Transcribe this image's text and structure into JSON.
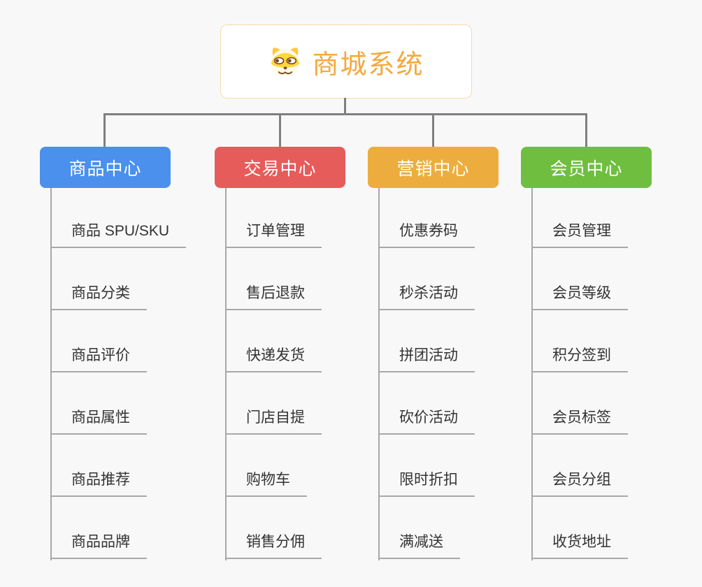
{
  "root": {
    "title": "商城系统",
    "icon": "shiba-dog-icon",
    "accent_color": "#f5a93c",
    "border_color": "#f0b45a",
    "background": "#ffffff"
  },
  "connector_color": "#7f7f7f",
  "sub_line_color": "#a8a8a8",
  "canvas_background": "#f8f8f8",
  "branches": [
    {
      "label": "商品中心",
      "color": "#4a90ec",
      "children": [
        "商品 SPU/SKU",
        "商品分类",
        "商品评价",
        "商品属性",
        "商品推荐",
        "商品品牌"
      ]
    },
    {
      "label": "交易中心",
      "color": "#e65c5a",
      "children": [
        "订单管理",
        "售后退款",
        "快递发货",
        "门店自提",
        "购物车",
        "销售分佣"
      ]
    },
    {
      "label": "营销中心",
      "color": "#edad3e",
      "children": [
        "优惠券码",
        "秒杀活动",
        "拼团活动",
        "砍价活动",
        "限时折扣",
        "满减送"
      ]
    },
    {
      "label": "会员中心",
      "color": "#6fbe40",
      "children": [
        "会员管理",
        "会员等级",
        "积分签到",
        "会员标签",
        "会员分组",
        "收货地址"
      ]
    }
  ]
}
